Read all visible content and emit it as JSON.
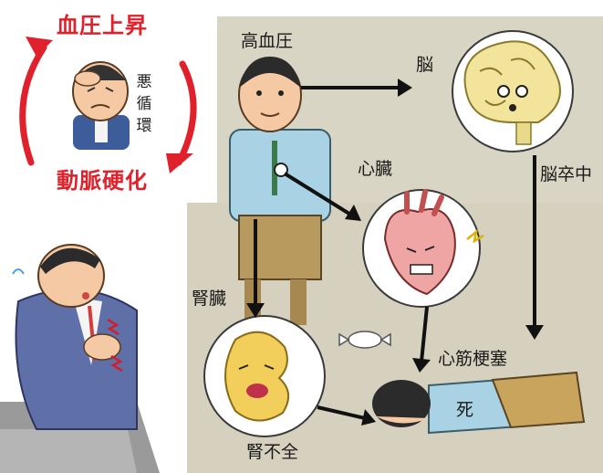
{
  "cycle": {
    "top_label": "血圧上昇",
    "bottom_label": "動脈硬化",
    "vertical_label": [
      "悪",
      "循",
      "環"
    ]
  },
  "labels": {
    "hypertension": "高血圧",
    "brain": "脳",
    "stroke": "脳卒中",
    "heart": "心臓",
    "kidney": "腎臓",
    "infarction": "心筋梗塞",
    "kidney_failure": "腎不全",
    "death": "死"
  },
  "colors": {
    "panel": "#d9d5c4",
    "panel_shadow": "#c8c2ad",
    "accent_red": "#e0202a",
    "arrow": "#111111"
  }
}
